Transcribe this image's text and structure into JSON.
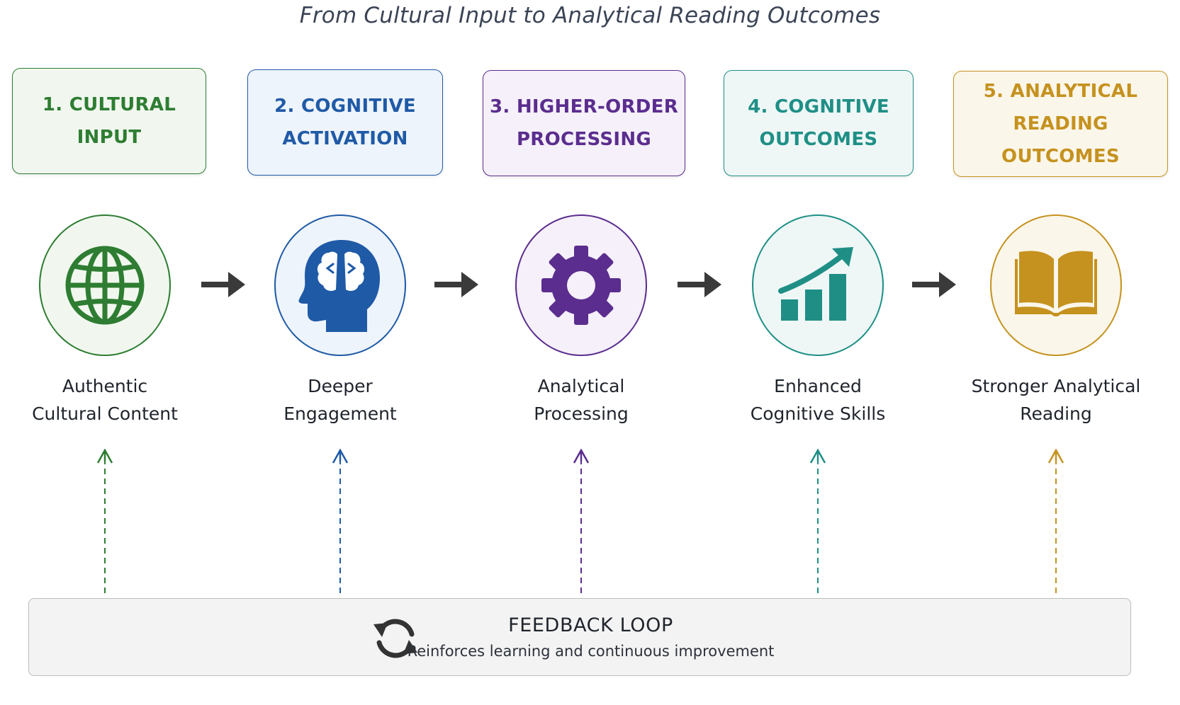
{
  "title": "From Cultural Input to Analytical Reading Outcomes",
  "stages": [
    {
      "heading": "1. CULTURAL\nINPUT",
      "label": "Authentic\nCultural Content",
      "icon": "globe-icon",
      "color": "#2e7d32",
      "fill": "#f1f7ef"
    },
    {
      "heading": "2. COGNITIVE\nACTIVATION",
      "label": "Deeper\nEngagement",
      "icon": "brain-head-icon",
      "color": "#1f5aa6",
      "fill": "#eef4fb"
    },
    {
      "heading": "3. HIGHER-ORDER\nPROCESSING",
      "label": "Analytical\nProcessing",
      "icon": "gear-icon",
      "color": "#5b2d8e",
      "fill": "#f5f0f9"
    },
    {
      "heading": "4. COGNITIVE\nOUTCOMES",
      "label": "Enhanced\nCognitive Skills",
      "icon": "growth-chart-icon",
      "color": "#1f8f86",
      "fill": "#eef7f6"
    },
    {
      "heading": "5. ANALYTICAL\nREADING OUTCOMES",
      "label": "Stronger Analytical\nReading",
      "icon": "open-book-icon",
      "color": "#c5921f",
      "fill": "#fbf6ea"
    }
  ],
  "feedback": {
    "title": "FEEDBACK LOOP",
    "subtitle": "Reinforces learning and continuous improvement",
    "icon": "refresh-icon"
  }
}
